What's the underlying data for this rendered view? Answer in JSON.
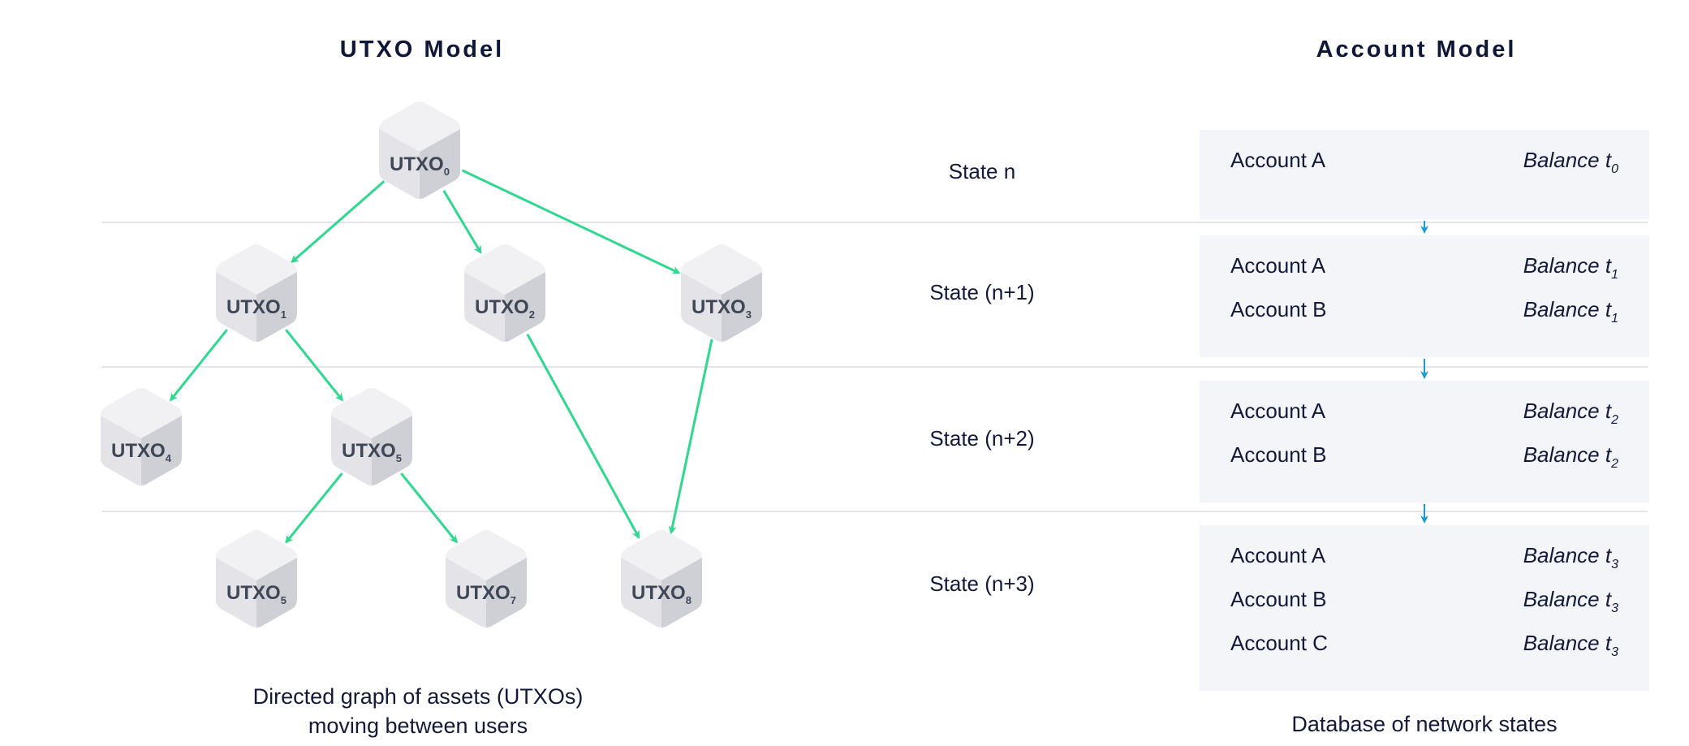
{
  "utxo": {
    "title": "UTXO Model",
    "caption_line1": "Directed graph of assets (UTXOs)",
    "caption_line2": "moving between users",
    "nodes": [
      {
        "name": "UTXO",
        "sub": "0"
      },
      {
        "name": "UTXO",
        "sub": "1"
      },
      {
        "name": "UTXO",
        "sub": "2"
      },
      {
        "name": "UTXO",
        "sub": "3"
      },
      {
        "name": "UTXO",
        "sub": "4"
      },
      {
        "name": "UTXO",
        "sub": "5"
      },
      {
        "name": "UTXO",
        "sub": "5"
      },
      {
        "name": "UTXO",
        "sub": "7"
      },
      {
        "name": "UTXO",
        "sub": "8"
      }
    ],
    "edges": [
      [
        0,
        1
      ],
      [
        0,
        2
      ],
      [
        0,
        3
      ],
      [
        1,
        4
      ],
      [
        1,
        5
      ],
      [
        5,
        6
      ],
      [
        5,
        7
      ],
      [
        2,
        8
      ],
      [
        3,
        8
      ]
    ]
  },
  "states": [
    "State n",
    "State (n+1)",
    "State (n+2)",
    "State (n+3)"
  ],
  "account": {
    "title": "Account Model",
    "caption": "Database of network states",
    "balance_label": "Balance t",
    "blocks": [
      [
        {
          "account": "Account A",
          "t": "0"
        }
      ],
      [
        {
          "account": "Account A",
          "t": "1"
        },
        {
          "account": "Account B",
          "t": "1"
        }
      ],
      [
        {
          "account": "Account A",
          "t": "2"
        },
        {
          "account": "Account B",
          "t": "2"
        }
      ],
      [
        {
          "account": "Account A",
          "t": "3"
        },
        {
          "account": "Account B",
          "t": "3"
        },
        {
          "account": "Account C",
          "t": "3"
        }
      ]
    ]
  },
  "colors": {
    "arrow_green": "#2fd88f",
    "arrow_blue": "#1c9ad6",
    "cube_top": "#f1f1f3",
    "cube_left": "#e4e4e8",
    "cube_right": "#cfd0d6",
    "label_text": "#3f4656",
    "panel_bg": "#f3f5f8"
  }
}
